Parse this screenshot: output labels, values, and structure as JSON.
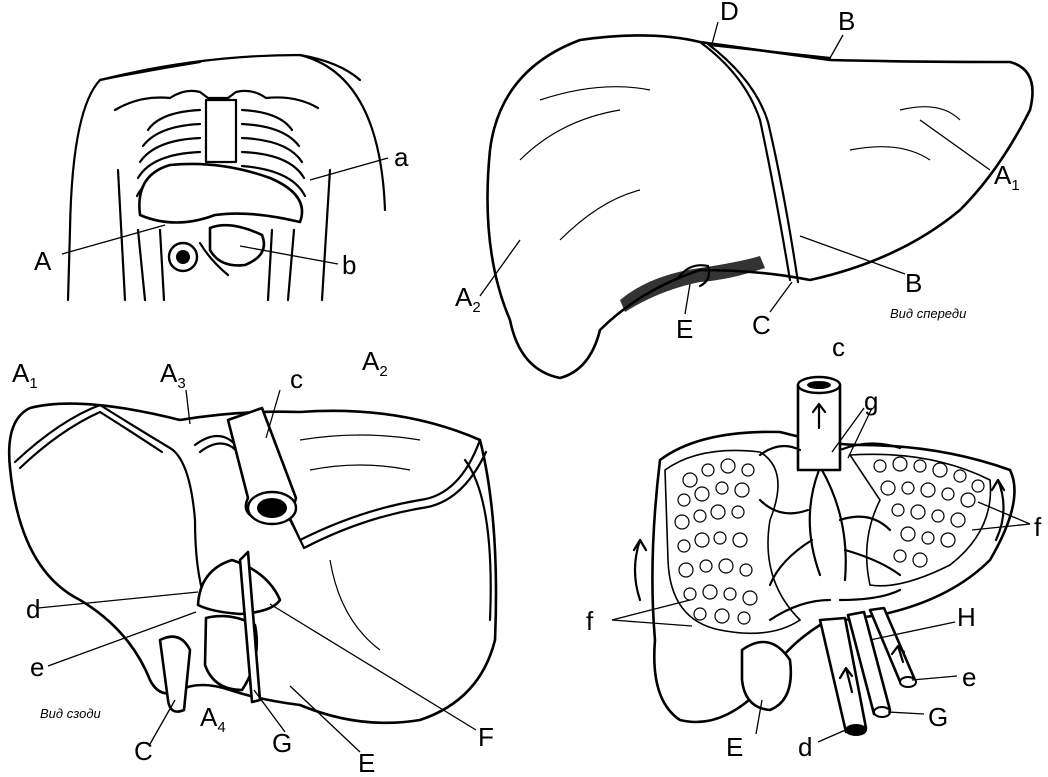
{
  "panels": {
    "torso": {
      "labels": {
        "a": "a",
        "A": "A",
        "b": "b"
      }
    },
    "front": {
      "labels": {
        "D": "D",
        "B_top": "B",
        "A1_main": "A",
        "A1_sub": "1",
        "A2_main": "A",
        "A2_sub": "2",
        "B_right": "B",
        "E": "E",
        "C": "C"
      },
      "caption": "Вид спереди"
    },
    "back": {
      "labels": {
        "A1_main": "A",
        "A1_sub": "1",
        "A3_main": "A",
        "A3_sub": "3",
        "c": "c",
        "A2_main": "A",
        "A2_sub": "2",
        "d": "d",
        "e": "e",
        "C": "C",
        "A4_main": "A",
        "A4_sub": "4",
        "G": "G",
        "E": "E",
        "F": "F"
      },
      "caption": "Вид сзоди"
    },
    "vessels": {
      "labels": {
        "c": "c",
        "g": "g",
        "f_right": "f",
        "f_left": "f",
        "H": "H",
        "e": "e",
        "G": "G",
        "E": "E",
        "d": "d"
      }
    }
  }
}
